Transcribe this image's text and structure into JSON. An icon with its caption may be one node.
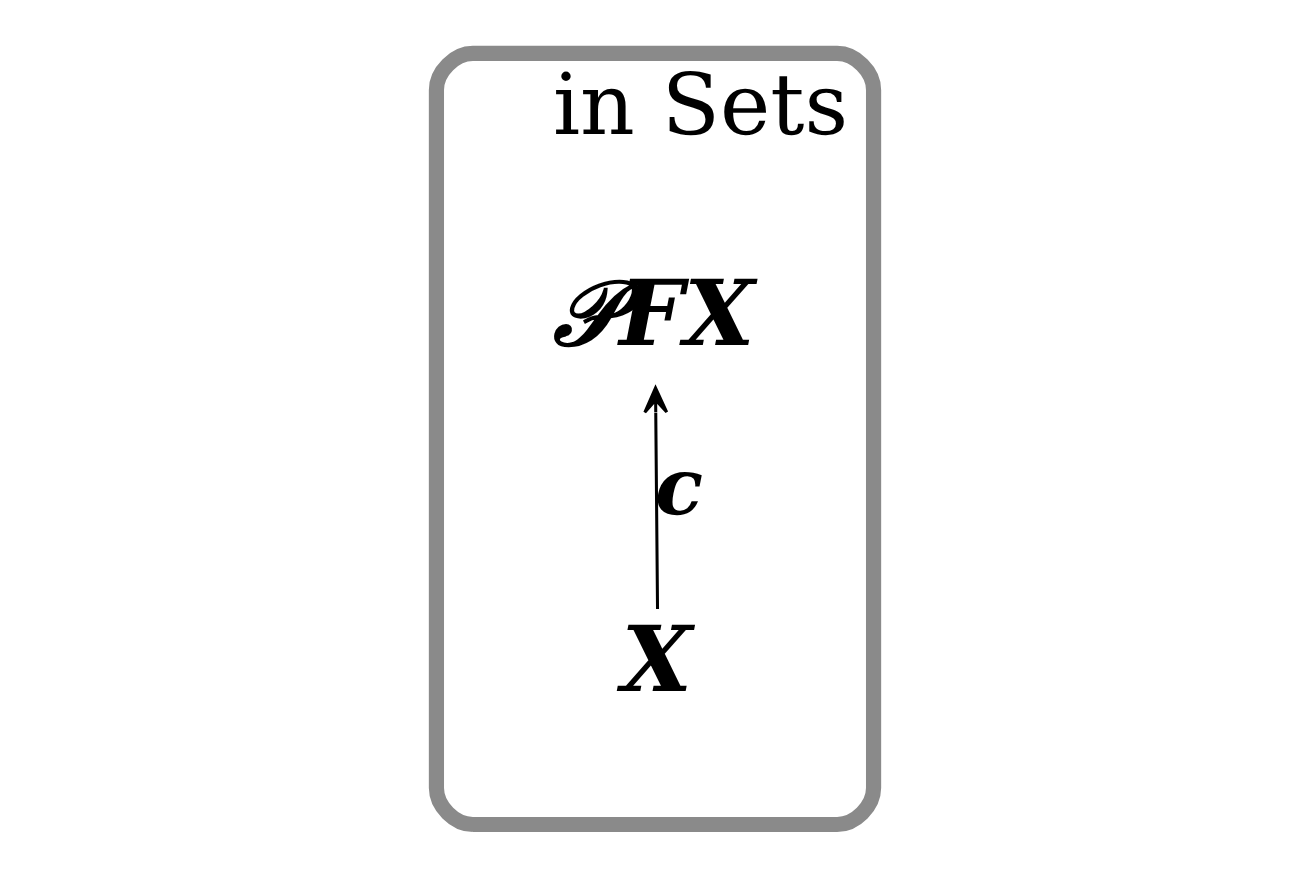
{
  "diagram": {
    "nodes": [
      {
        "text": [
          "in Sets"
        ]
      },
      {
        "text": [
          "𝒫FX"
        ],
        "in": 0
      },
      {
        "text": [
          "X"
        ],
        "in": 0
      }
    ],
    "edges": [
      {
        "from": 2,
        "to": 1,
        "arrow": "to",
        "label": "c"
      }
    ]
  }
}
